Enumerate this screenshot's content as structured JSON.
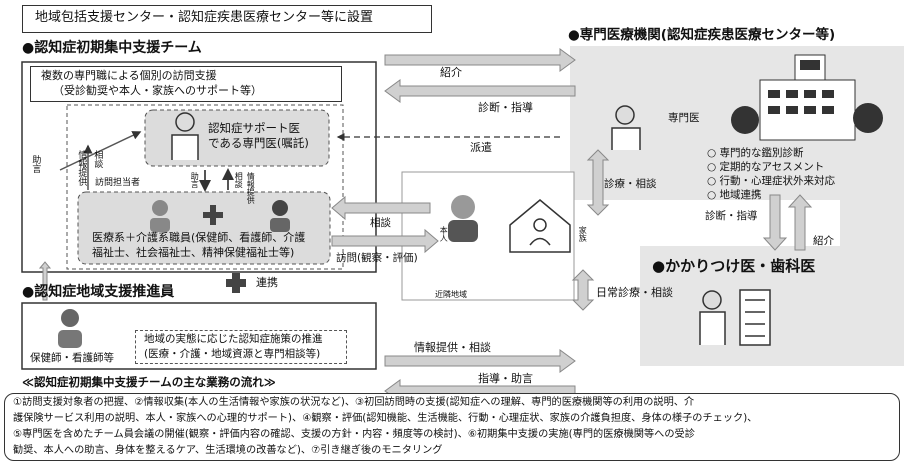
{
  "header_box": "地域包括支援センター・認知症疾患医療センター等に設置",
  "team": {
    "title": "●認知症初期集中支援チーム",
    "support_line1": "複数の専門職による個別の訪問支援",
    "support_line2": "（受診勧奨や本人・家族へのサポート等）",
    "doctor_line1": "認知症サポート医",
    "doctor_line2": "である専門医(嘱託)",
    "visitor": "訪問担当者",
    "staff_line1": "医療系＋介護系職員(保健師、看護師、介護",
    "staff_line2": "福祉士、社会福祉士、精神保健福祉士等)",
    "advice": "助言",
    "info_provide": "情報提供",
    "consult": "相談",
    "advice2": "助言",
    "consult2": "相談",
    "info_provide2": "情報提供"
  },
  "promoter": {
    "title": "●認知症地域支援推進員",
    "person": "保健師・看護師等",
    "box_line1": "地域の実態に応じた認知症施策の推進",
    "box_line2": "(医療・介護・地域資源と専門相談等)",
    "cooperation": "連携"
  },
  "specialist": {
    "title": "●専門医療機関(認知症疾患医療センター等)",
    "doctor": "専門医",
    "items": [
      "専門的な鑑別診断",
      "定期的なアセスメント",
      "行動・心理症状外来対応",
      "地域連携"
    ]
  },
  "gp": {
    "title": "●かかりつけ医・歯科医"
  },
  "arrows": {
    "intro": "紹介",
    "diag_guide": "診断・指導",
    "dispatch": "派遣",
    "consult": "相談",
    "visit": "訪問(観察・評価)",
    "diag_consult": "診療・相談",
    "diag_guide2": "診断・指導",
    "intro2": "紹介",
    "daily": "日常診療・相談",
    "info_consult": "情報提供・相談",
    "guide_advice": "指導・助言"
  },
  "home": {
    "person": "本人",
    "family": "家族",
    "neighborhood": "近隣地域"
  },
  "flow": {
    "heading": "≪認知症初期集中支援チームの主な業務の流れ≫",
    "line1": "①訪問支援対象者の把握、②情報収集(本人の生活情報や家族の状況など)、③初回訪問時の支援(認知症への理解、専門的医療機関等の利用の説明、介",
    "line2": "護保険サービス利用の説明、本人・家族への心理的サポート)、④観察・評価(認知機能、生活機能、行動・心理症状、家族の介護負担度、身体の様子のチェック)、",
    "line3": "⑤専門医を含めたチーム員会議の開催(観察・評価内容の確認、支援の方針・内容・頻度等の検討)、⑥初期集中支援の実施(専門的医療機関等への受診",
    "line4": "勧奨、本人への助言、身体を整えるケア、生活環境の改善など)、⑦引き継ぎ後のモニタリング"
  },
  "colors": {
    "gray_bg": "#e4e4e4",
    "arrow": "#d0d0d0",
    "dark": "#333333"
  }
}
